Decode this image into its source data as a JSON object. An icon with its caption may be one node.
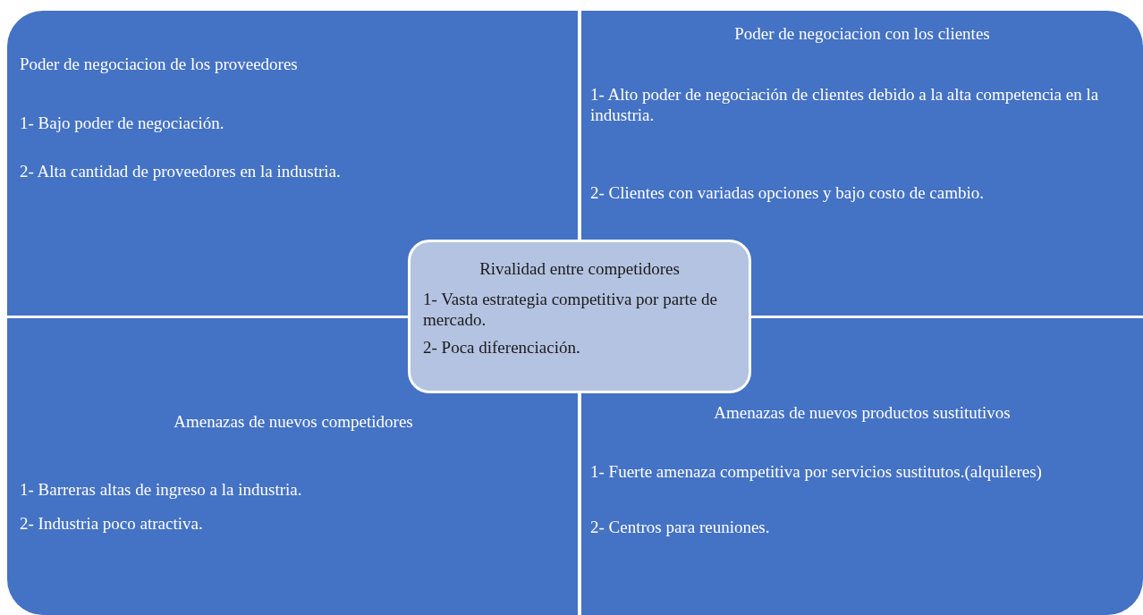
{
  "diagram": {
    "nodes": [
      {
        "text": [
          "Poder de negociacion de los proveedores",
          "1- Bajo poder de negociación.",
          "2- Alta cantidad de proveedores en la industria."
        ]
      },
      {
        "text": [
          "Poder de negociacion con los clientes",
          "1- Alto poder de negociación de clientes debido a la alta competencia en la industria.",
          "2- Clientes con variadas opciones y bajo costo de cambio."
        ]
      },
      {
        "text": [
          "Rivalidad entre competidores",
          "1- Vasta estrategia competitiva por parte de mercado.",
          "2- Poca diferenciación."
        ]
      },
      {
        "text": [
          "Amenazas de nuevos competidores",
          "1- Barreras altas de ingreso a la industria.",
          "2- Industria poco atractiva."
        ]
      },
      {
        "text": [
          "Amenazas de nuevos productos sustitutivos",
          "1- Fuerte amenaza competitiva por servicios sustitutos.(alquileres)",
          "2- Centros para reuniones."
        ]
      }
    ]
  }
}
